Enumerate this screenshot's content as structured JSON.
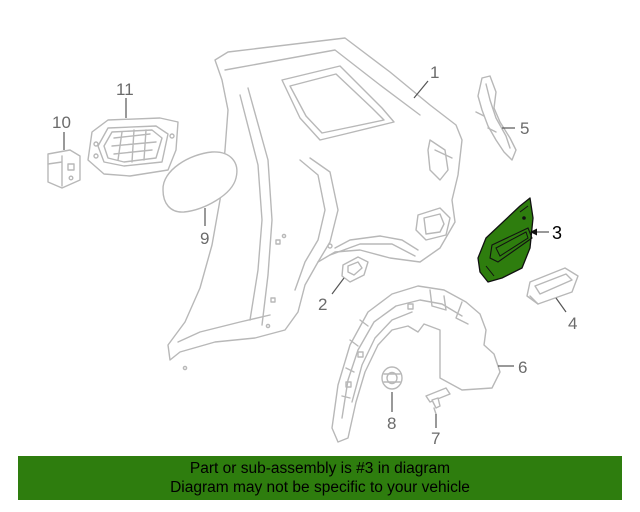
{
  "diagram": {
    "highlight_color": "#2e7d0e",
    "highlighted_part": "3",
    "callouts": [
      "1",
      "2",
      "3",
      "4",
      "5",
      "6",
      "7",
      "8",
      "9",
      "10",
      "11"
    ]
  },
  "footer": {
    "background": "#2e7d0e",
    "line1": "Part or sub-assembly is #3 in diagram",
    "line2": "Diagram may not be specific to your vehicle"
  }
}
